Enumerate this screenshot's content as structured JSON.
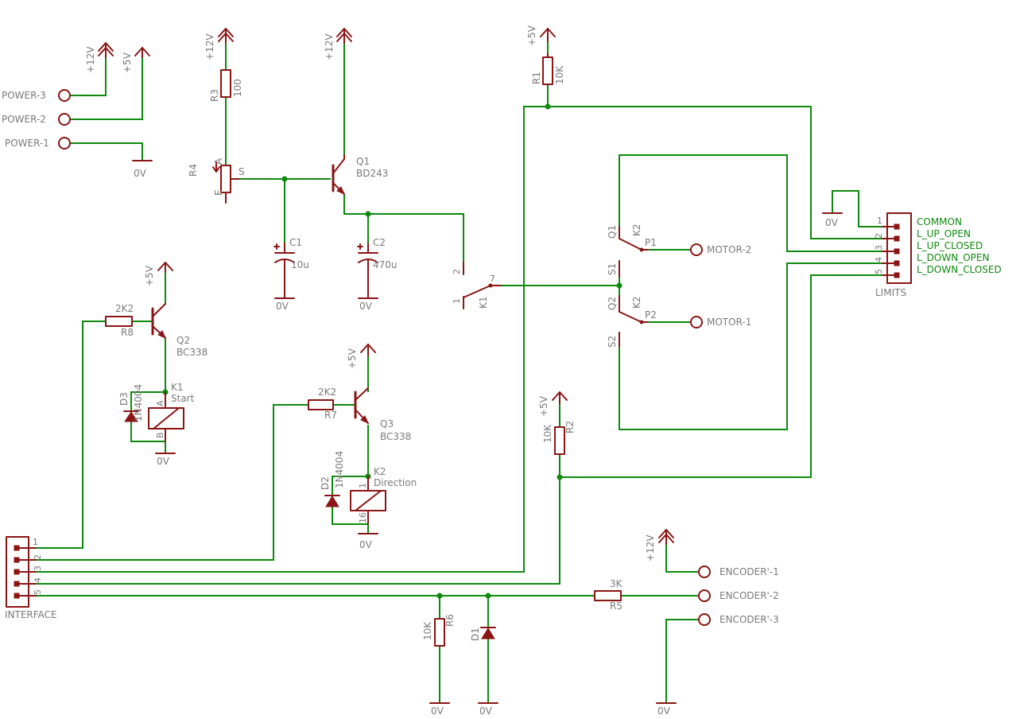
{
  "supplies": {
    "v12": "+12V",
    "v5": "+5V",
    "gnd": "0V"
  },
  "power": {
    "pins": [
      "POWER-3",
      "POWER-2",
      "POWER-1"
    ]
  },
  "components": {
    "r1": {
      "name": "R1",
      "value": "10K"
    },
    "r2": {
      "name": "R2",
      "value": "10K"
    },
    "r3": {
      "name": "R3",
      "value": "100"
    },
    "r4": {
      "name": "R4",
      "pin_a": "A",
      "pin_e": "E",
      "pin_s": "S"
    },
    "r5": {
      "name": "R5",
      "value": "3K"
    },
    "r6": {
      "name": "R6",
      "value": "10K"
    },
    "r7": {
      "name": "R7",
      "value": "2K2"
    },
    "r8": {
      "name": "R8",
      "value": "2K2"
    },
    "c1": {
      "name": "C1",
      "value": "10u"
    },
    "c2": {
      "name": "C2",
      "value": "470u"
    },
    "q1": {
      "name": "Q1",
      "value": "BD243"
    },
    "q2": {
      "name": "Q2",
      "value": "BC338"
    },
    "q3": {
      "name": "Q3",
      "value": "BC338"
    },
    "d1": {
      "name": "D1"
    },
    "d2": {
      "name": "D2",
      "value": "1N4004"
    },
    "d3": {
      "name": "D3",
      "value": "1N4004"
    },
    "k1_coil": {
      "name": "K1",
      "value": "Start",
      "pin_a": "A",
      "pin_b": "B"
    },
    "k2_coil": {
      "name": "K2",
      "value": "Direction",
      "pin_1": "1",
      "pin_16": "16"
    },
    "k1_switch": {
      "name": "K1",
      "pin1": "1",
      "pin2": "2",
      "pin7": "7"
    },
    "k2_switch": {
      "name": "K2",
      "q1": "Q1",
      "q2": "Q2",
      "s1": "S1",
      "s2": "S2",
      "p1": "P1",
      "p2": "P2"
    }
  },
  "motor": {
    "pins": [
      "MOTOR-2",
      "MOTOR-1"
    ]
  },
  "limits": {
    "name": "LIMITS",
    "signals": [
      "COMMON",
      "L_UP_OPEN",
      "L_UP_CLOSED",
      "L_DOWN_OPEN",
      "L_DOWN_CLOSED"
    ],
    "pin_numbers": [
      "1",
      "2",
      "3",
      "4",
      "5"
    ]
  },
  "interface": {
    "name": "INTERFACE",
    "pin_numbers": [
      "1",
      "2",
      "3",
      "4",
      "5"
    ]
  },
  "encoder": {
    "pins": [
      "ENCODER'-1",
      "ENCODER'-2",
      "ENCODER'-3"
    ]
  },
  "colors": {
    "wire": "#0d8a0d",
    "component": "#8b1414",
    "label": "#7a7a7a",
    "background": "#ffffff"
  }
}
